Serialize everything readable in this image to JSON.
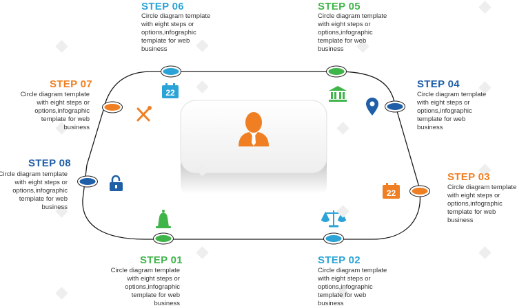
{
  "colors": {
    "orange": "#ef7f22",
    "blue": "#1f5fa8",
    "green": "#3fb549",
    "lightblue": "#2ba3d6",
    "line": "#1a1a1a",
    "card": "#f4f4f4"
  },
  "steps": [
    {
      "id": "01",
      "title": "STEP 01",
      "desc": "Circle diagram template with eight steps or options,infographic template for web business",
      "color": "#3fb549",
      "icon": "bell-icon"
    },
    {
      "id": "02",
      "title": "STEP 02",
      "desc": "Circle diagram template with eight steps or options,infographic template for web business",
      "color": "#2ba3d6",
      "icon": "scales-icon"
    },
    {
      "id": "03",
      "title": "STEP 03",
      "desc": "Circle diagram template with eight steps or options,infographic template for web business",
      "color": "#ef7f22",
      "icon": "calendar-icon",
      "icon_text": "22"
    },
    {
      "id": "04",
      "title": "STEP 04",
      "desc": "Circle diagram template with eight steps or options,infographic template for web business",
      "color": "#1f5fa8",
      "icon": "location-pin-icon"
    },
    {
      "id": "05",
      "title": "STEP 05",
      "desc": "Circle diagram template with eight steps or options,infographic template for web business",
      "color": "#3fb549",
      "icon": "bank-icon"
    },
    {
      "id": "06",
      "title": "STEP 06",
      "desc": "Circle diagram template with eight steps or options,infographic template for web business",
      "color": "#2ba3d6",
      "icon": "calendar-icon",
      "icon_text": "22"
    },
    {
      "id": "07",
      "title": "STEP 07",
      "desc": "Circle diagram template with eight steps or options,infographic template for web business",
      "color": "#ef7f22",
      "icon": "tools-icon"
    },
    {
      "id": "08",
      "title": "STEP 08",
      "desc": "Circle diagram template with eight steps or options,infographic template for web business",
      "color": "#1f5fa8",
      "icon": "padlock-icon"
    }
  ],
  "center": {
    "icon": "businessman-icon",
    "color": "#ef7f22"
  }
}
